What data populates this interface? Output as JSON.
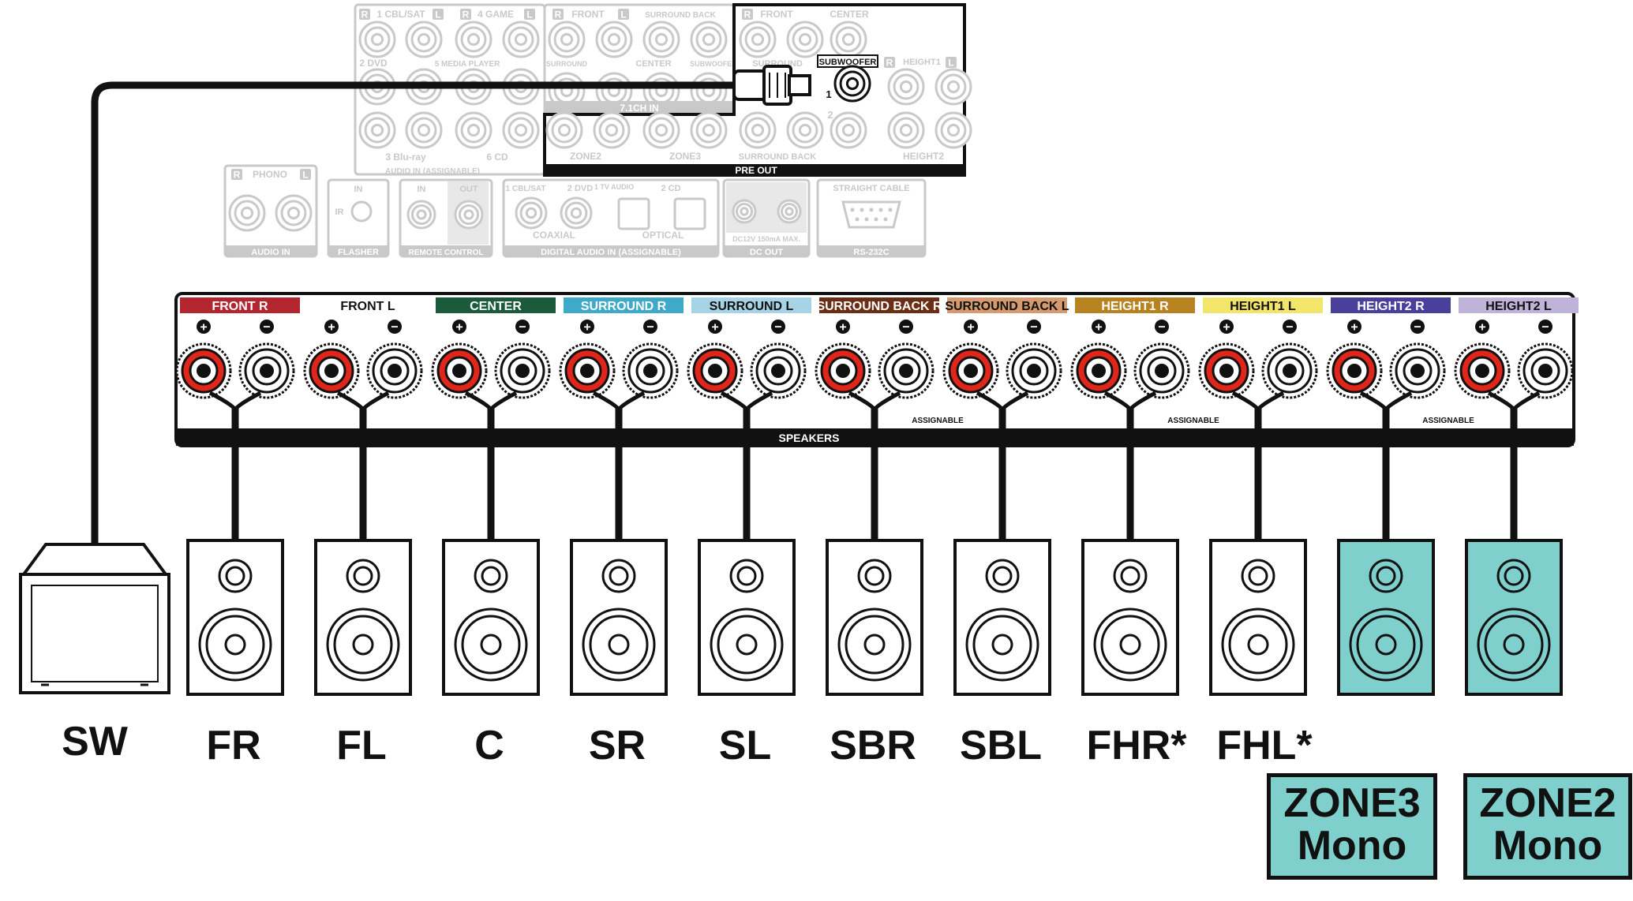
{
  "receiver": {
    "audio_in": {
      "pairs": [
        "1 CBL/SAT",
        "4 GAME",
        "2 DVD",
        "5 MEDIA PLAYER",
        "3 Blu-ray",
        "6 CD"
      ],
      "label": "AUDIO IN",
      "tag": "(ASSIGNABLE)"
    },
    "ch71_in": {
      "labels": [
        "FRONT",
        "SURROUND BACK",
        "SURROUND",
        "CENTER",
        "SUBWOOFER"
      ],
      "label": "7.1CH IN"
    },
    "pre_out": {
      "top_labels": [
        "FRONT",
        "CENTER",
        "SURROUND",
        "HEIGHT1"
      ],
      "subwoofer": "SUBWOOFER",
      "sub_numbers": [
        "1",
        "2"
      ],
      "bottom_labels": [
        "ZONE2",
        "ZONE3",
        "SURROUND BACK",
        "HEIGHT2"
      ],
      "label": "PRE OUT"
    },
    "phono": {
      "top": "PHONO",
      "label": "AUDIO IN"
    },
    "flasher": {
      "top": "IN",
      "ir": "IR",
      "label": "FLASHER"
    },
    "remote": {
      "in": "IN",
      "out": "OUT",
      "label": "REMOTE CONTROL"
    },
    "digital": {
      "labels": [
        "1 CBL/SAT",
        "2 DVD",
        "1 TV AUDIO",
        "2 CD"
      ],
      "coaxial": "COAXIAL",
      "optical": "OPTICAL",
      "label": "DIGITAL AUDIO IN",
      "tag": "(ASSIGNABLE)"
    },
    "dc_out": {
      "spec": "DC12V 150mA MAX.",
      "label": "DC OUT"
    },
    "rs232c": {
      "top": "STRAIGHT CABLE",
      "label": "RS-232C"
    },
    "lr_marks": [
      "R",
      "L"
    ]
  },
  "speakers_panel": {
    "label": "SPEAKERS",
    "assignable": "ASSIGNABLE",
    "polarity": [
      "+",
      "−"
    ],
    "channels": [
      {
        "name": "FRONT",
        "side": "R",
        "color": "#b3262f",
        "text": "#ffffff"
      },
      {
        "name": "FRONT",
        "side": "L",
        "color": "#ffffff",
        "text": "#111111"
      },
      {
        "name": "CENTER",
        "side": "",
        "color": "#1b5b3c",
        "text": "#ffffff"
      },
      {
        "name": "SURROUND",
        "side": "R",
        "color": "#3fa9c9",
        "text": "#ffffff"
      },
      {
        "name": "SURROUND",
        "side": "L",
        "color": "#a6d3e5",
        "text": "#111111"
      },
      {
        "name": "SURROUND BACK",
        "side": "R",
        "color": "#6b2d13",
        "text": "#ffffff"
      },
      {
        "name": "SURROUND BACK",
        "side": "L",
        "color": "#d69a6e",
        "text": "#111111"
      },
      {
        "name": "HEIGHT1",
        "side": "R",
        "color": "#b88221",
        "text": "#ffffff"
      },
      {
        "name": "HEIGHT1",
        "side": "L",
        "color": "#f2e56a",
        "text": "#111111"
      },
      {
        "name": "HEIGHT2",
        "side": "R",
        "color": "#4b3f9c",
        "text": "#ffffff"
      },
      {
        "name": "HEIGHT2",
        "side": "L",
        "color": "#bfb3da",
        "text": "#111111"
      }
    ]
  },
  "subwoofer_label": "SW",
  "speakers": [
    {
      "label": "FR",
      "zone": false
    },
    {
      "label": "FL",
      "zone": false
    },
    {
      "label": "C",
      "zone": false
    },
    {
      "label": "SR",
      "zone": false
    },
    {
      "label": "SL",
      "zone": false
    },
    {
      "label": "SBR",
      "zone": false
    },
    {
      "label": "SBL",
      "zone": false
    },
    {
      "label": "FHR*",
      "zone": false
    },
    {
      "label": "FHL*",
      "zone": false
    },
    {
      "label": "",
      "zone": true
    },
    {
      "label": "",
      "zone": true
    }
  ],
  "zone_labels": [
    {
      "line1": "ZONE3",
      "line2": "Mono"
    },
    {
      "line1": "ZONE2",
      "line2": "Mono"
    }
  ],
  "colors": {
    "terminal_red": "#e0261b",
    "zone_fill": "#7fd0cd",
    "faded": "#c9c9c9"
  }
}
